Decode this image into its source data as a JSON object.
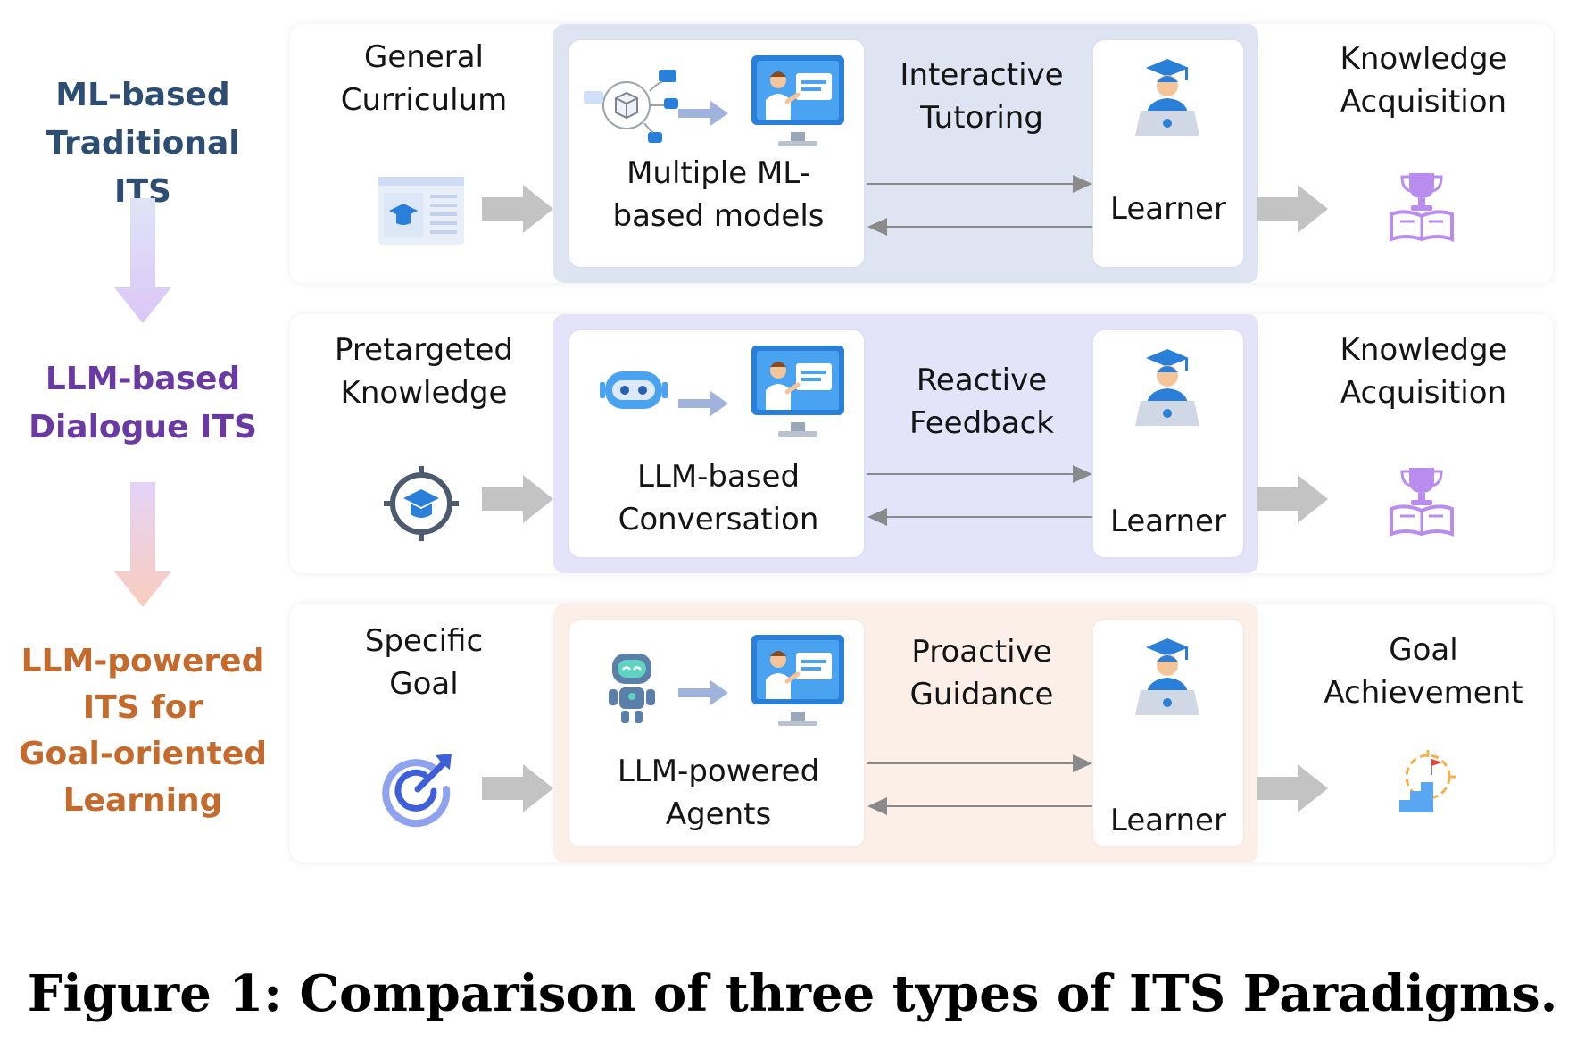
{
  "paradigms": [
    {
      "label_lines": [
        "ML-based",
        "Traditional ITS"
      ],
      "label_color": "#2e4d73",
      "band_color": "#dfe4f2",
      "input_lines": [
        "General",
        "Curriculum"
      ],
      "input_icon": "curriculum-webpage-icon",
      "system_lines": [
        "Multiple ML-",
        "based models"
      ],
      "system_icon": "ml-models-icon",
      "interaction_lines": [
        "Interactive",
        "Tutoring"
      ],
      "learner_label": "Learner",
      "outcome_lines": [
        "Knowledge",
        "Acquisition"
      ],
      "outcome_icon": "trophy-books-icon"
    },
    {
      "label_lines": [
        "LLM-based",
        "Dialogue ITS"
      ],
      "label_color": "#6a3aa3",
      "band_color": "#e5e3fa",
      "input_lines": [
        "Pretargeted",
        "Knowledge"
      ],
      "input_icon": "target-graduation-cap-icon",
      "system_lines": [
        "LLM-based",
        "Conversation"
      ],
      "system_icon": "chatbot-icon",
      "interaction_lines": [
        "Reactive",
        "Feedback"
      ],
      "learner_label": "Learner",
      "outcome_lines": [
        "Knowledge",
        "Acquisition"
      ],
      "outcome_icon": "trophy-books-icon"
    },
    {
      "label_lines": [
        "LLM-powered",
        "ITS for",
        "Goal-oriented",
        "Learning"
      ],
      "label_color": "#c46a2d",
      "band_color": "#fbefe7",
      "input_lines": [
        "Specific",
        "Goal"
      ],
      "input_icon": "target-arrow-icon",
      "system_lines": [
        "LLM-powered",
        "Agents"
      ],
      "system_icon": "robot-agent-icon",
      "interaction_lines": [
        "Proactive",
        "Guidance"
      ],
      "learner_label": "Learner",
      "outcome_lines": [
        "Goal",
        "Achievement"
      ],
      "outcome_icon": "goal-stairs-flag-icon"
    }
  ],
  "shared_icons": {
    "teacher": "teacher-screen-icon",
    "learner": "graduate-student-laptop-icon"
  },
  "colors": {
    "flow_arrow": "#c3c3c3",
    "small_arrow": "#9fb3dd",
    "interaction_arrow": "#8a8a8a",
    "down_arrow_1": "#c9cdfa",
    "down_arrow_2": "#f6c9bd"
  },
  "caption": "Figure 1: Comparison of three types of ITS Paradigms."
}
